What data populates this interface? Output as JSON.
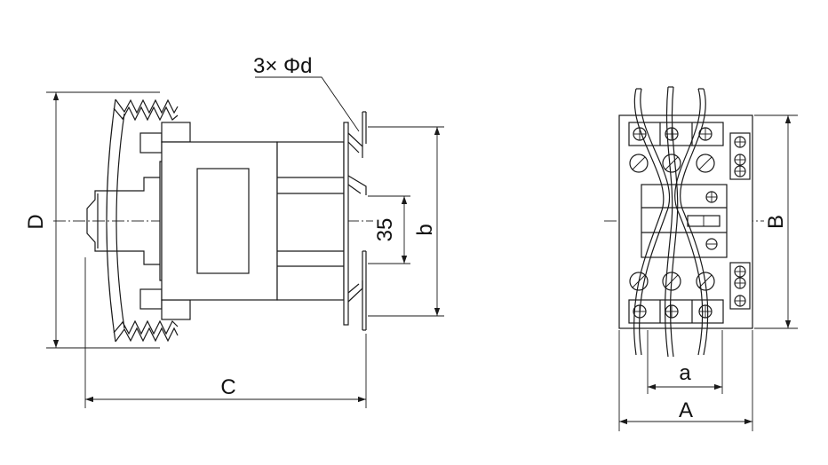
{
  "labels": {
    "holes": "3× Φd",
    "D": "D",
    "C": "C",
    "dim35": "35",
    "b": "b",
    "B": "B",
    "a": "a",
    "A": "A"
  },
  "colors": {
    "line": "#1a1a1a",
    "background": "#ffffff"
  }
}
